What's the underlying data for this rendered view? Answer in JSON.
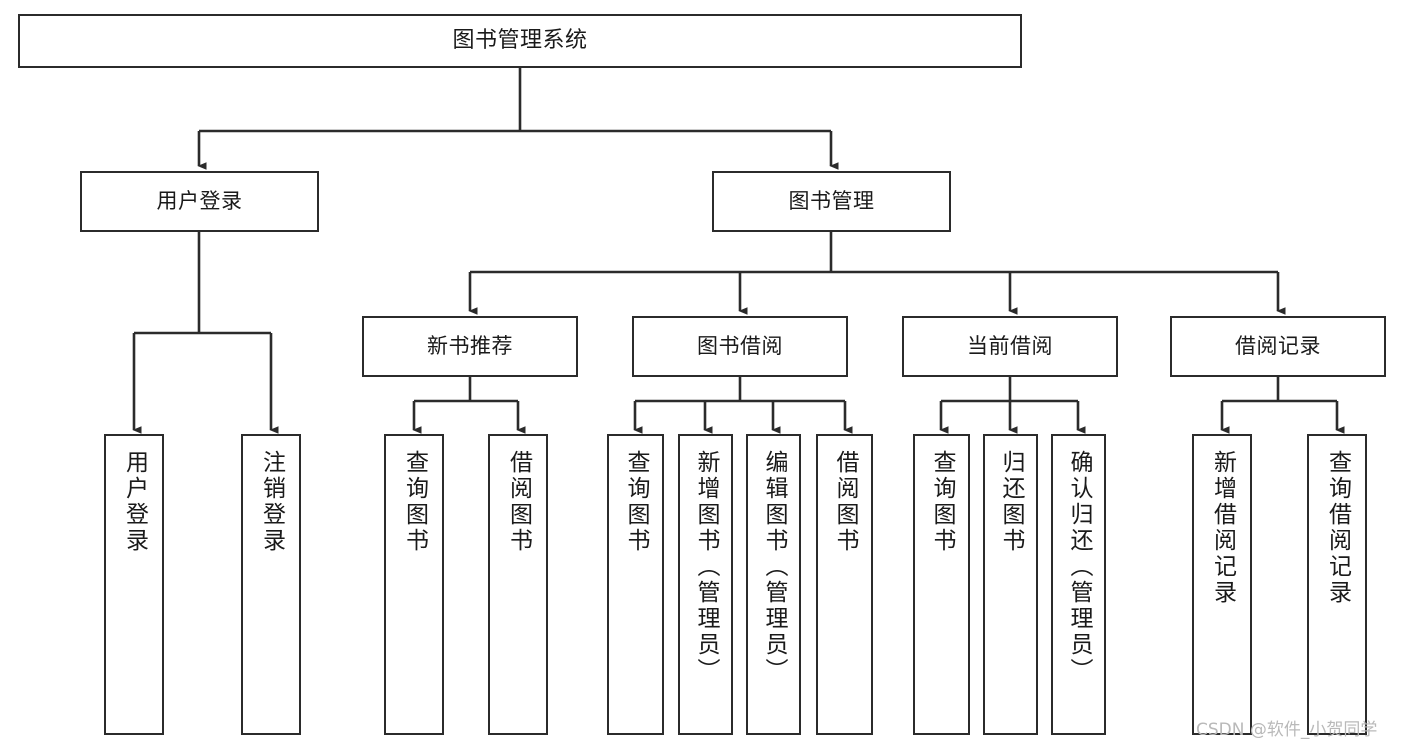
{
  "diagram": {
    "title": "图书管理系统",
    "type": "hierarchy-tree",
    "background_color": "#ffffff",
    "box_border_color": "#2b2b2b",
    "connector_color": "#2b2b2b",
    "text_color": "#1a1a1a"
  },
  "nodes": {
    "root": {
      "label": "图书管理系统"
    },
    "level1": [
      {
        "id": "user-login",
        "label": "用户登录"
      },
      {
        "id": "book-manage",
        "label": "图书管理"
      }
    ],
    "level2": [
      {
        "id": "new-book-recommend",
        "label": "新书推荐"
      },
      {
        "id": "book-borrow",
        "label": "图书借阅"
      },
      {
        "id": "current-borrow",
        "label": "当前借阅"
      },
      {
        "id": "borrow-record",
        "label": "借阅记录"
      }
    ],
    "leaves": [
      {
        "id": "leaf-user-login",
        "label": "用户登录",
        "parent": "user-login"
      },
      {
        "id": "leaf-logout",
        "label": "注销登录",
        "parent": "user-login"
      },
      {
        "id": "leaf-query-book-1",
        "label": "查询图书",
        "parent": "new-book-recommend"
      },
      {
        "id": "leaf-borrow-book-1",
        "label": "借阅图书",
        "parent": "new-book-recommend"
      },
      {
        "id": "leaf-query-book-2",
        "label": "查询图书",
        "parent": "book-borrow"
      },
      {
        "id": "leaf-add-book",
        "label": "新增图书（管理员）",
        "parent": "book-borrow"
      },
      {
        "id": "leaf-edit-book",
        "label": "编辑图书（管理员）",
        "parent": "book-borrow"
      },
      {
        "id": "leaf-borrow-book-2",
        "label": "借阅图书",
        "parent": "book-borrow"
      },
      {
        "id": "leaf-query-book-3",
        "label": "查询图书",
        "parent": "current-borrow"
      },
      {
        "id": "leaf-return-book",
        "label": "归还图书",
        "parent": "current-borrow"
      },
      {
        "id": "leaf-confirm-return",
        "label": "确认归还（管理员）",
        "parent": "current-borrow"
      },
      {
        "id": "leaf-add-record",
        "label": "新增借阅记录",
        "parent": "borrow-record"
      },
      {
        "id": "leaf-query-record",
        "label": "查询借阅记录",
        "parent": "borrow-record"
      }
    ]
  },
  "watermark": {
    "text": "CSDN @软件_小贺同学"
  }
}
